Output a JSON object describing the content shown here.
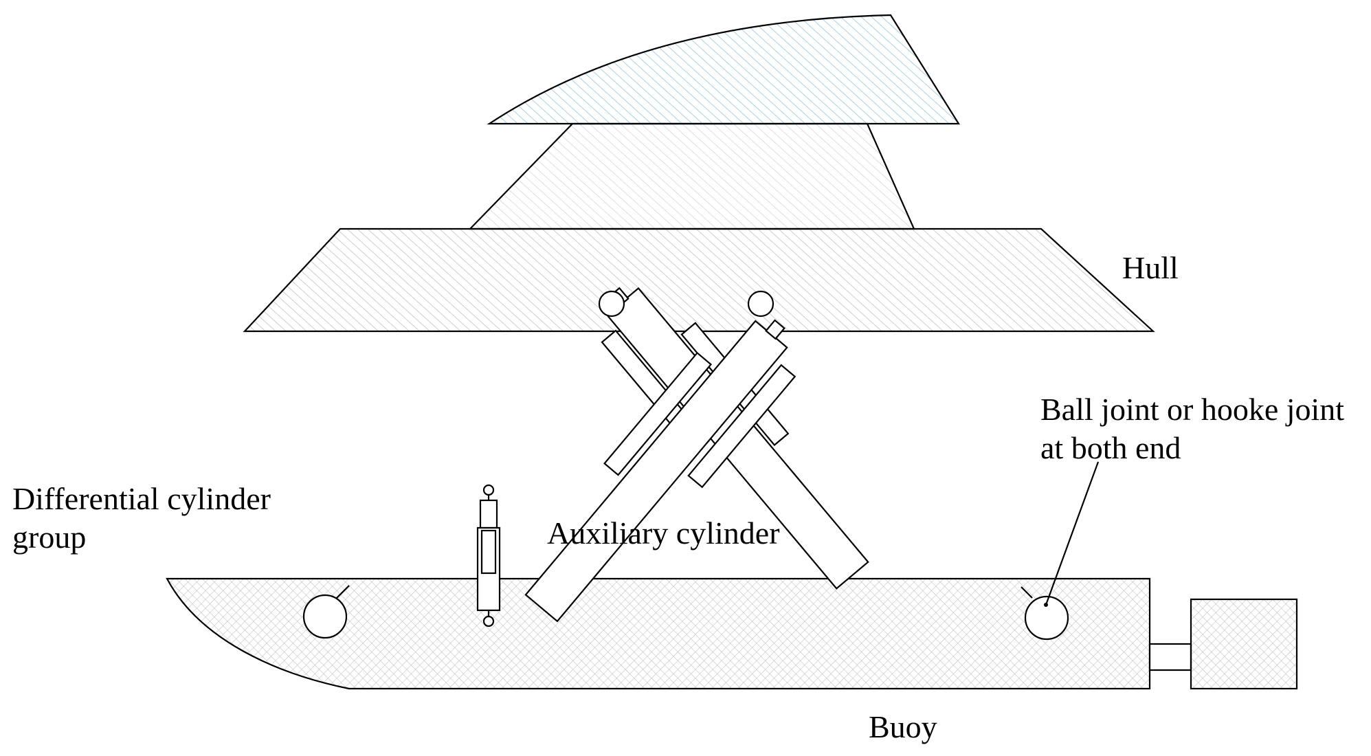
{
  "labels": {
    "hull": "Hull",
    "ball_joint_line1": "Ball joint or hooke joint",
    "ball_joint_line2": "at both end",
    "differential_line1": "Differential cylinder",
    "differential_line2": "group",
    "auxiliary": "Auxiliary cylinder",
    "buoy": "Buoy"
  },
  "colors": {
    "line": "#000000",
    "superstructure_hatch": "#7fb6d9",
    "hull_hatch": "#b8b8b8",
    "buoy_crosshatch": "#c4c4c4",
    "background": "#ffffff"
  }
}
